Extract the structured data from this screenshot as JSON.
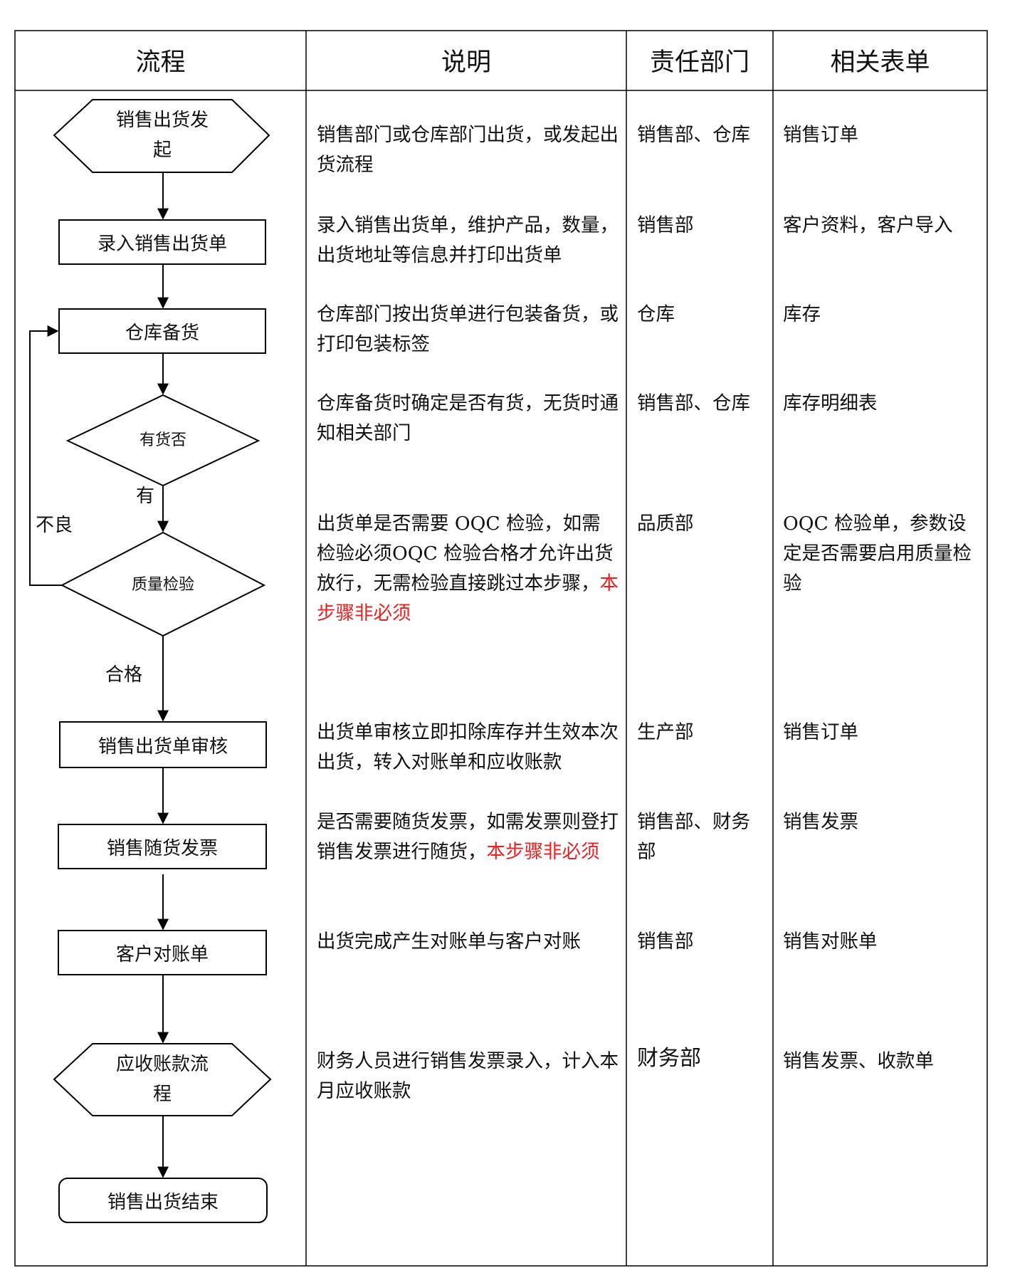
{
  "headers": [
    "流程",
    "说明",
    "责任部门",
    "相关表单"
  ],
  "flow": {
    "start": "销售出货发起",
    "entry": "录入销售出货单",
    "stock": "仓库备货",
    "available_q": "有货否",
    "available_yes": "有",
    "qc": "质量检验",
    "qc_fail": "不良",
    "qc_pass": "合格",
    "review": "销售出货单审核",
    "invoice": "销售随货发票",
    "statement": "客户对账单",
    "receivable": "应收账款流程",
    "end": "销售出货结束"
  },
  "rows": [
    {
      "desc": "销售部门或仓库部门出货，或发起出货流程",
      "desc_red": "",
      "dept": "销售部、仓库",
      "form": "销售订单"
    },
    {
      "desc": "录入销售出货单，维护产品，数量，出货地址等信息并打印出货单",
      "desc_red": "",
      "dept": "销售部",
      "form": "客户资料，客户导入"
    },
    {
      "desc": "仓库部门按出货单进行包装备货，或打印包装标签",
      "desc_red": "",
      "dept": "仓库",
      "form": "库存"
    },
    {
      "desc": "仓库备货时确定是否有货，无货时通知相关部门",
      "desc_red": "",
      "dept": "销售部、仓库",
      "form": "库存明细表"
    },
    {
      "desc": "出货单是否需要 OQC 检验，如需检验必须OQC 检验合格才允许出货放行，无需检验直接跳过本步骤，",
      "desc_red": "本步骤非必须",
      "dept": "品质部",
      "form": "OQC 检验单，参数设定是否需要启用质量检验"
    },
    {
      "desc": "出货单审核立即扣除库存并生效本次出货，转入对账单和应收账款",
      "desc_red": "",
      "dept": "生产部",
      "form": "销售订单"
    },
    {
      "desc": "是否需要随货发票，如需发票则登打销售发票进行随货，",
      "desc_red": "本步骤非必须",
      "dept": "销售部、财务部",
      "form": "销售发票"
    },
    {
      "desc": "出货完成产生对账单与客户对账",
      "desc_red": "",
      "dept": "销售部",
      "form": "销售对账单"
    },
    {
      "desc": "财务人员进行销售发票录入，计入本月应收账款",
      "desc_red": "",
      "dept": "财务部",
      "form": "销售发票、收款单"
    }
  ]
}
